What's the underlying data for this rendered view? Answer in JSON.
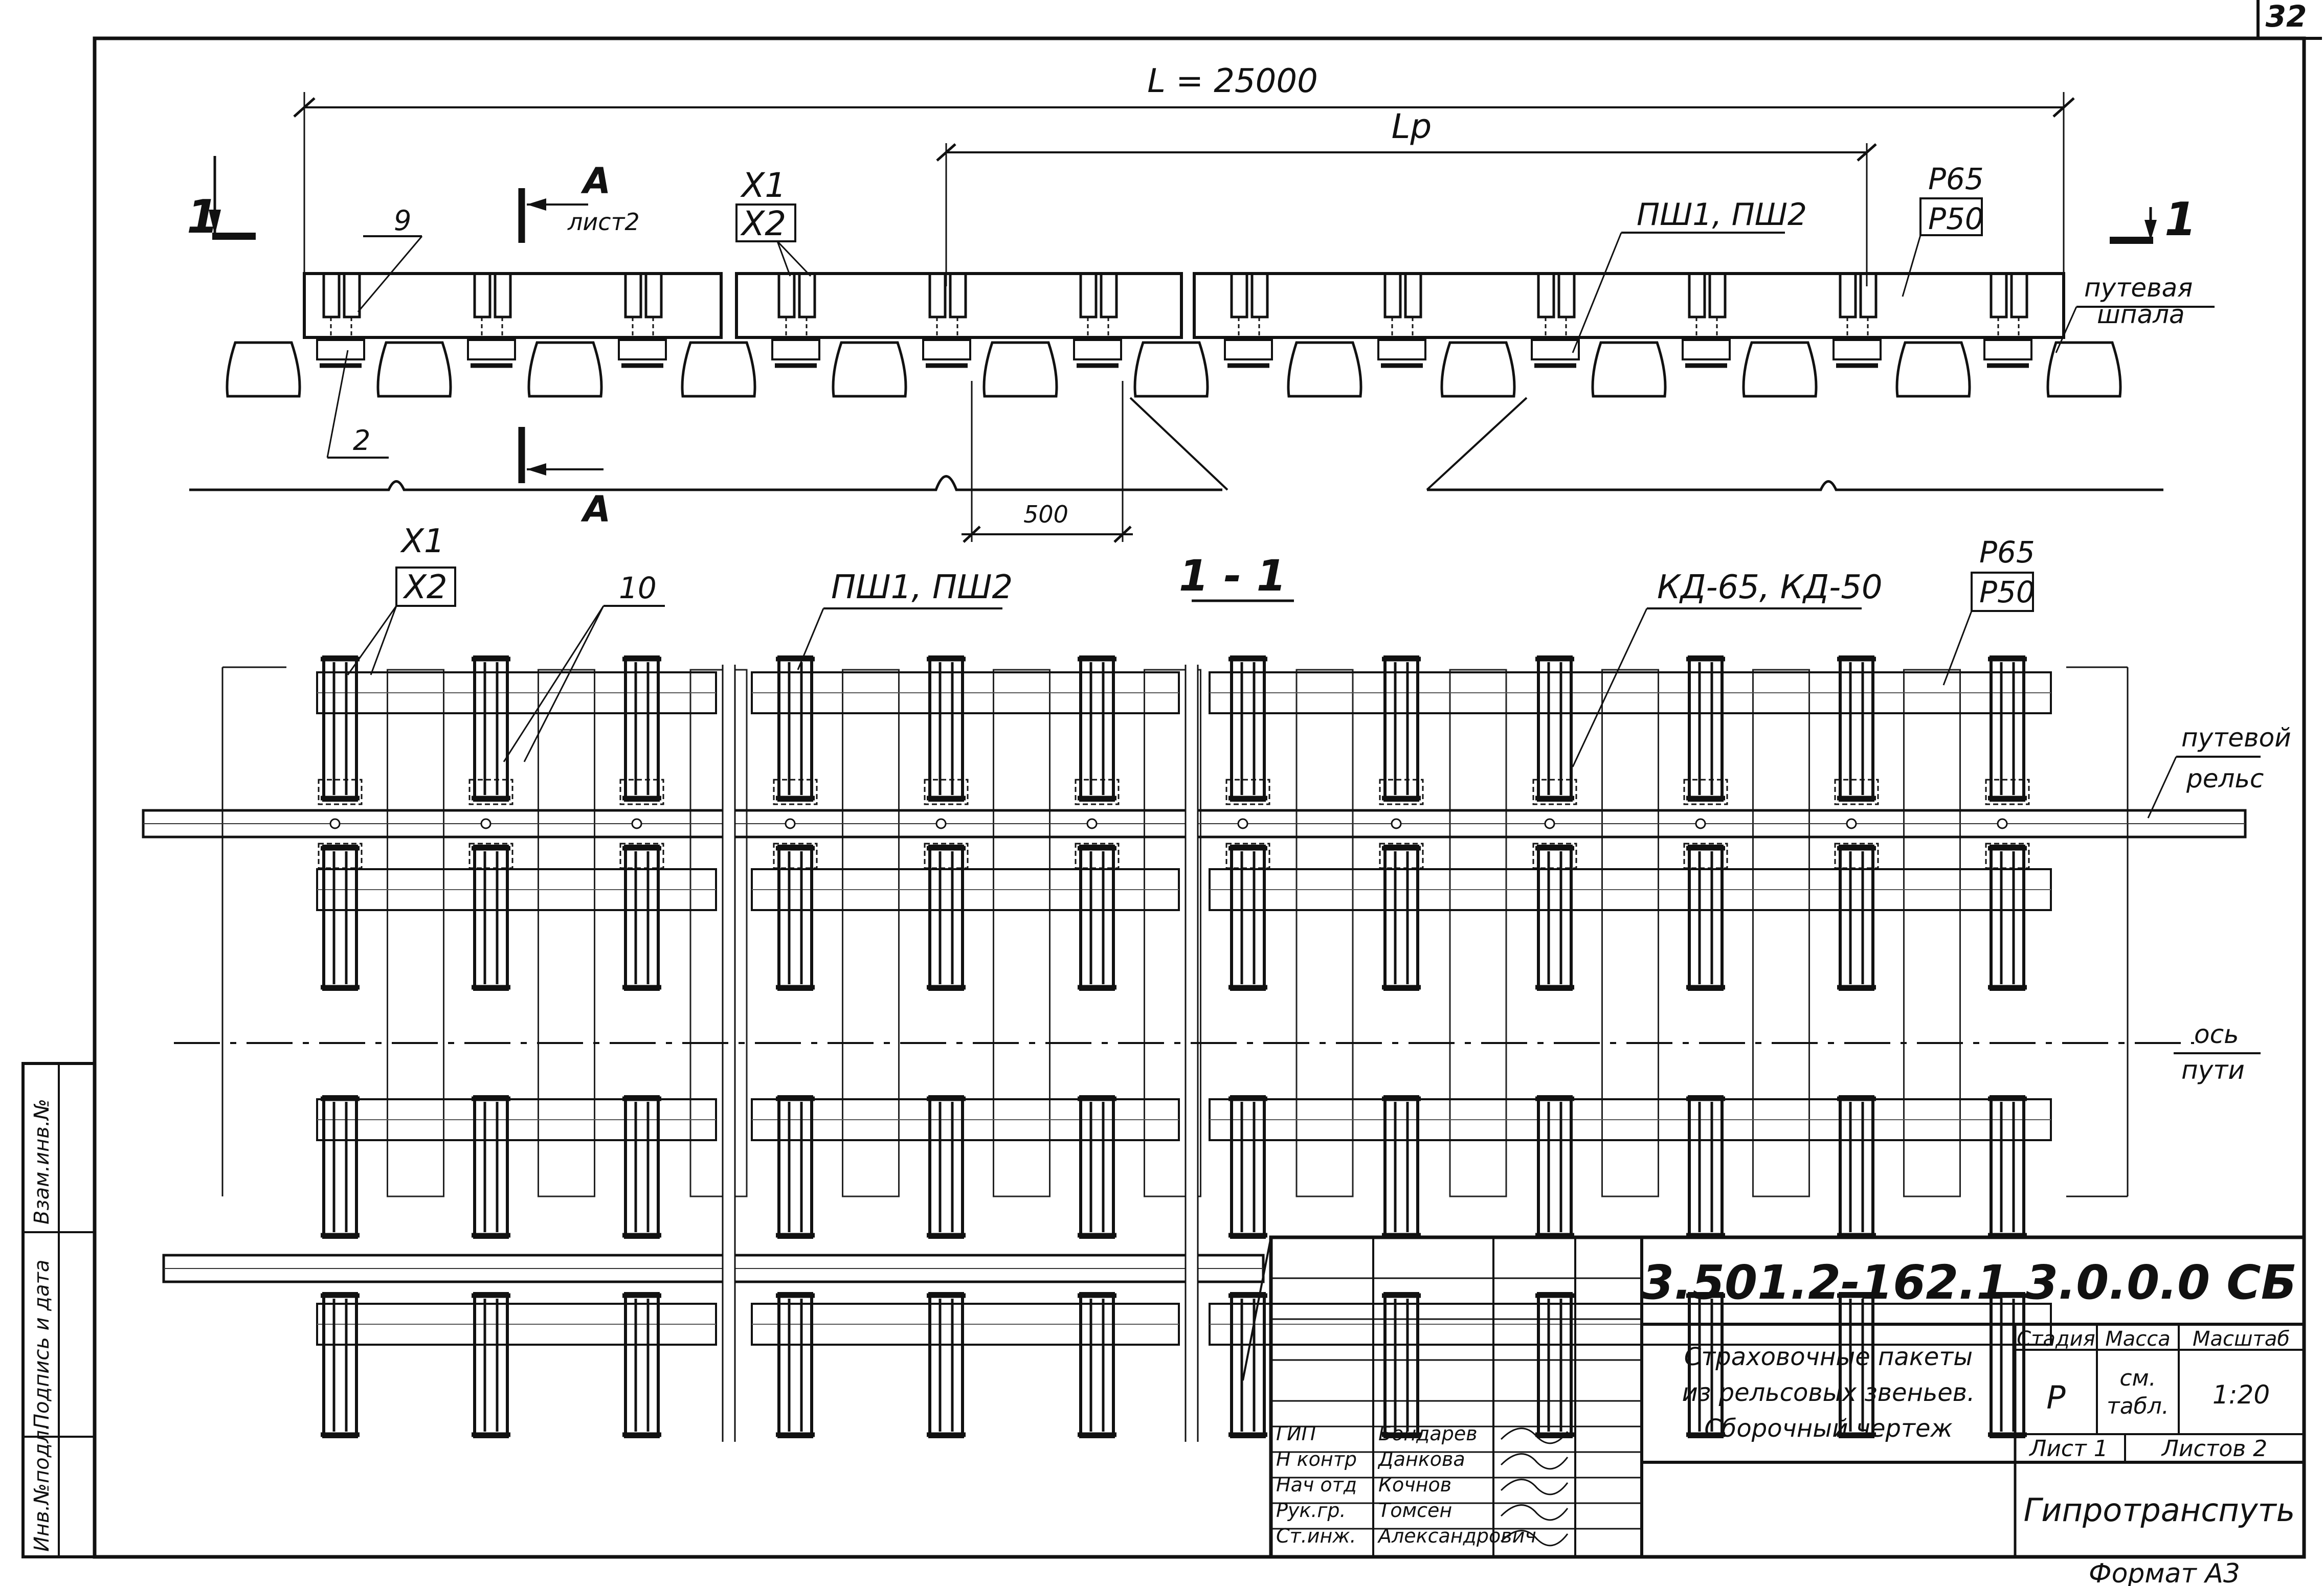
{
  "sheet": {
    "page_number": "32",
    "format": "Формат А3"
  },
  "side_stamp": {
    "inv_podl": "Инв.№подл.",
    "signature_date": "Подпись и дата",
    "vzam_inv": "Взам.инв.№"
  },
  "elevation": {
    "dim_total": "L = 25000",
    "dim_rail": "Lр",
    "dim_500": "500",
    "section_mark": "1",
    "view_mark": "А",
    "view_sheet_ref": "лист2",
    "callout_9": "9",
    "callout_2": "2",
    "callout_x1": "Х1",
    "callout_x2": "Х2",
    "callout_psh": "ПШ1, ПШ2",
    "callout_r65": "Р65",
    "callout_r50": "Р50",
    "callout_sleeper_1": "путевая",
    "callout_sleeper_2": "шпала"
  },
  "plan": {
    "section_title": "1 - 1",
    "callout_x1": "Х1",
    "callout_x2": "Х2",
    "callout_10": "10",
    "callout_psh": "ПШ1, ПШ2",
    "callout_kd": "КД-65, КД-50",
    "callout_r65": "Р65",
    "callout_r50": "Р50",
    "callout_rail_1": "путевой",
    "callout_rail_2": "рельс",
    "callout_axis_1": "ось",
    "callout_axis_2": "пути"
  },
  "title_block": {
    "doc_code": "3.501.2-162.1   3.0.0.0 СБ",
    "title_line_1": "Страховочные пакеты",
    "title_line_2": "из рельсовых звеньев.",
    "title_line_3": "Сборочный чертеж",
    "col_stage": "Стадия",
    "col_mass": "Масса",
    "col_scale": "Масштаб",
    "stage_value": "Р",
    "mass_value_1": "см.",
    "mass_value_2": "табл.",
    "scale_value": "1:20",
    "sheet_label": "Лист 1",
    "sheets_label": "Листов 2",
    "organization": "Гипротранспуть",
    "roles": [
      "ГИП",
      "Н контр",
      "Нач отд",
      "Рук.гр.",
      "Ст.инж."
    ],
    "names": [
      "Бондарев",
      "Данкова",
      "Кочнов",
      "Томсен",
      "Александрович"
    ]
  }
}
